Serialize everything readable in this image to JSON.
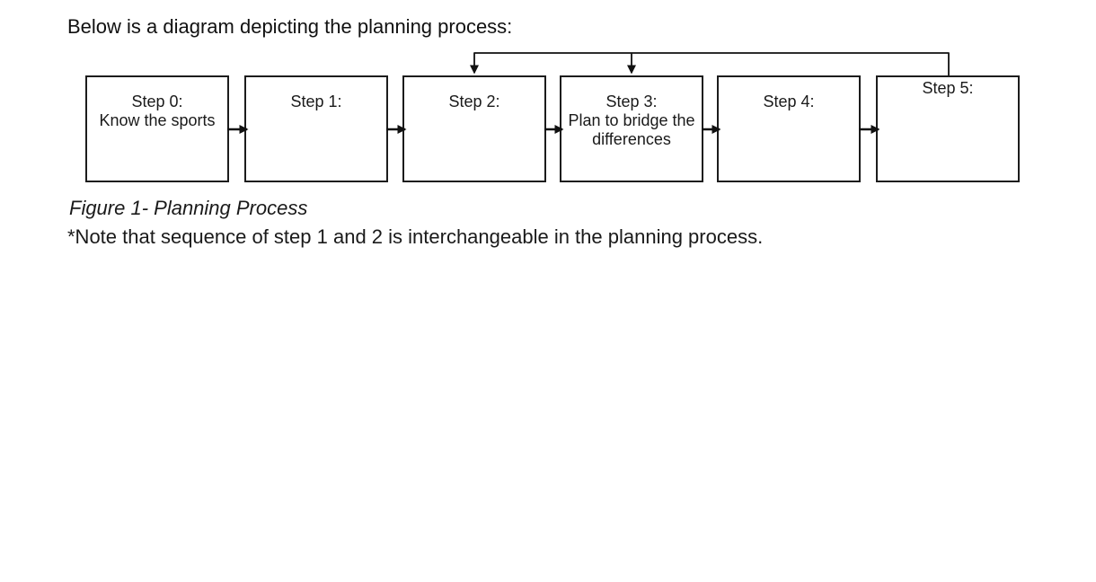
{
  "page": {
    "title": "Below is a diagram depicting the planning process:",
    "caption": "Figure 1- Planning Process",
    "note": "*Note that sequence of step 1 and 2 is interchangeable in the planning process."
  },
  "diagram": {
    "type": "flowchart",
    "direction": "left-to-right",
    "steps": [
      {
        "label": "Step 0:",
        "sublabel": "Know the sports"
      },
      {
        "label": "Step 1:",
        "sublabel": ""
      },
      {
        "label": "Step 2:",
        "sublabel": ""
      },
      {
        "label": "Step 3:",
        "sublabel": "Plan to bridge the differences"
      },
      {
        "label": "Step 4:",
        "sublabel": ""
      },
      {
        "label": "Step 5:",
        "sublabel": ""
      }
    ],
    "forward_edges": [
      "Step 0 to Step 1",
      "Step 1 to Step 2",
      "Step 2 to Step 3",
      "Step 3 to Step 4",
      "Step 4 to Step 5"
    ],
    "feedback_edges": [
      "Step 5 back to Step 2",
      "Step 5 back to Step 3"
    ]
  },
  "colors": {
    "ink": "#1a1a1a",
    "background": "#ffffff"
  }
}
